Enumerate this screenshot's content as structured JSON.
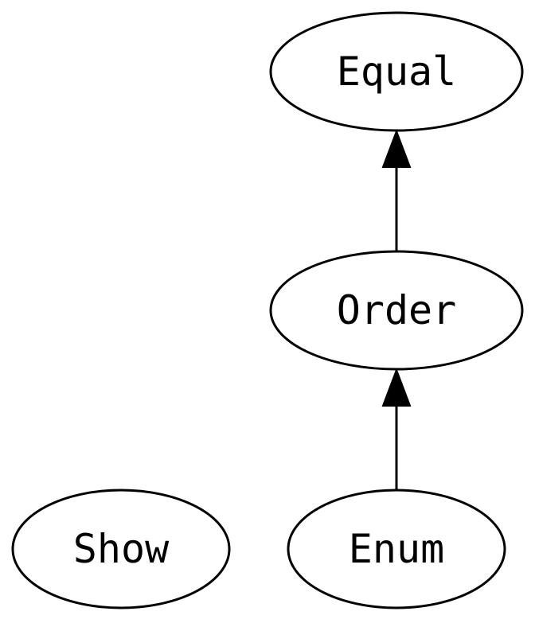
{
  "diagram": {
    "nodes": {
      "equal": "Equal",
      "order": "Order",
      "show": "Show",
      "enum": "Enum"
    },
    "edges": [
      {
        "from": "Order",
        "to": "Equal"
      },
      {
        "from": "Enum",
        "to": "Order"
      }
    ],
    "colors": {
      "stroke": "#000000",
      "background": "#ffffff"
    }
  }
}
